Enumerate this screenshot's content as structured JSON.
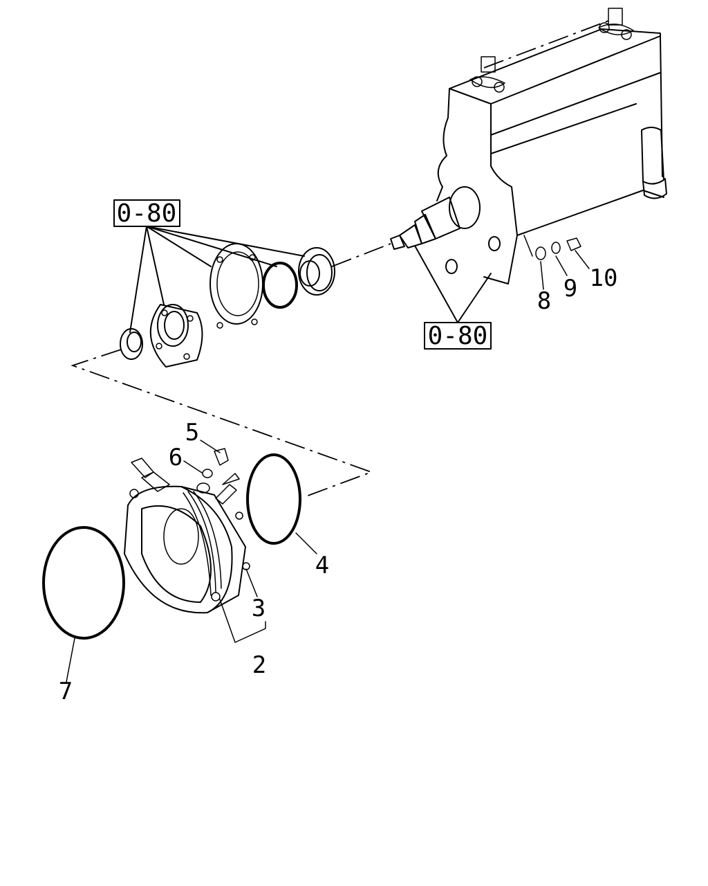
{
  "reference_boxes": [
    {
      "id": "ref-top-left",
      "label": "0-80"
    },
    {
      "id": "ref-right",
      "label": "0-80"
    }
  ],
  "callouts": [
    {
      "id": "2",
      "label": "2"
    },
    {
      "id": "3",
      "label": "3"
    },
    {
      "id": "4",
      "label": "4"
    },
    {
      "id": "5",
      "label": "5"
    },
    {
      "id": "6",
      "label": "6"
    },
    {
      "id": "7",
      "label": "7"
    },
    {
      "id": "8",
      "label": "8"
    },
    {
      "id": "9",
      "label": "9"
    },
    {
      "id": "10",
      "label": "10"
    }
  ]
}
